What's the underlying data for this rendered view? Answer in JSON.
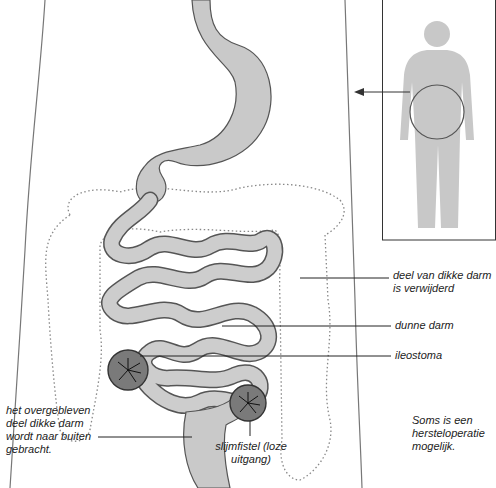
{
  "diagram": {
    "labels": [
      "deel van dikke darm is verwijderd",
      "dunne darm",
      "ileostoma",
      "het overgebleven deel dikke darm wordt naar buiten gebracht.",
      "slijmfistel (loze uitgang)",
      "Soms is een hersteloperatie mogelijk."
    ]
  }
}
